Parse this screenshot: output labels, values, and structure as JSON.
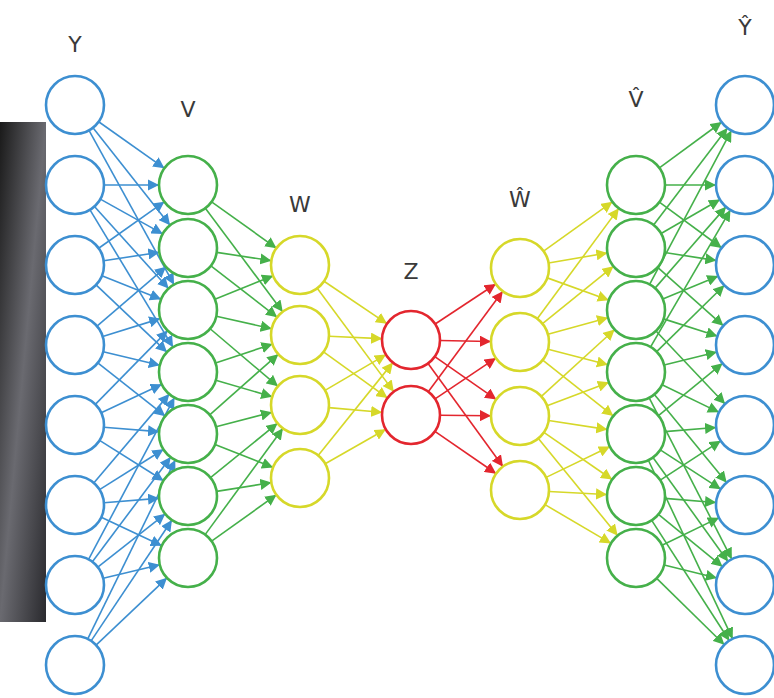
{
  "diagram": {
    "labels": [
      "Y",
      "V",
      "W",
      "Z",
      "Ŵ",
      "V̂",
      "Ŷ"
    ]
  }
}
